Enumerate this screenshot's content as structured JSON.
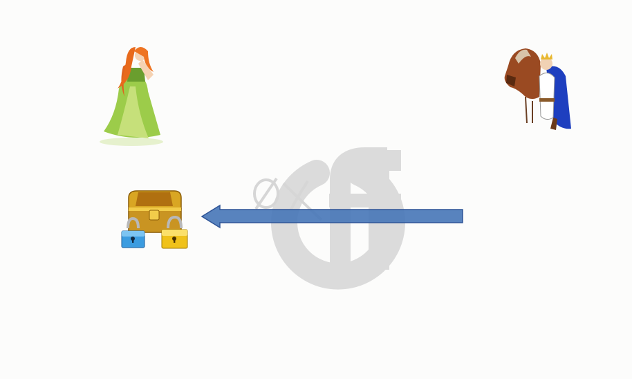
{
  "watermark": {
    "text": "0xff",
    "color": "#d4d4d4"
  },
  "figures": [
    {
      "name": "princess",
      "icon": "princess-in-green-dress-illustration"
    },
    {
      "name": "prince",
      "icon": "prince-with-horse-illustration"
    },
    {
      "name": "locked-treasure-chest",
      "icon": "treasure-chest-with-padlocks-icon"
    }
  ],
  "arrow": {
    "direction": "left",
    "from": "prince",
    "to": "locked-treasure-chest",
    "color": "#4a78b8"
  }
}
